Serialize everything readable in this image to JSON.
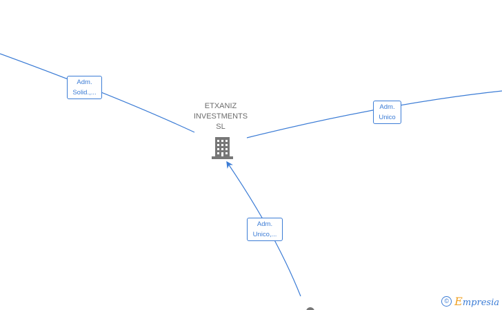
{
  "company_node": {
    "name_lines": [
      "ETXANIZ",
      "INVESTMENTS",
      "SL"
    ],
    "icon": "building-icon"
  },
  "edge_labels": [
    {
      "line1": "Adm.",
      "line2": "Solid.,..."
    },
    {
      "line1": "Adm.",
      "line2": "Unico"
    },
    {
      "line1": "Adm.",
      "line2": "Unico,..."
    }
  ],
  "watermark": {
    "copyright": "©",
    "brand_initial": "E",
    "brand_rest": "mpresia"
  },
  "colors": {
    "edge": "#3a7bd5",
    "node_icon": "#777777",
    "label_text": "#6b6b6b",
    "brand_accent": "#f0a020"
  }
}
